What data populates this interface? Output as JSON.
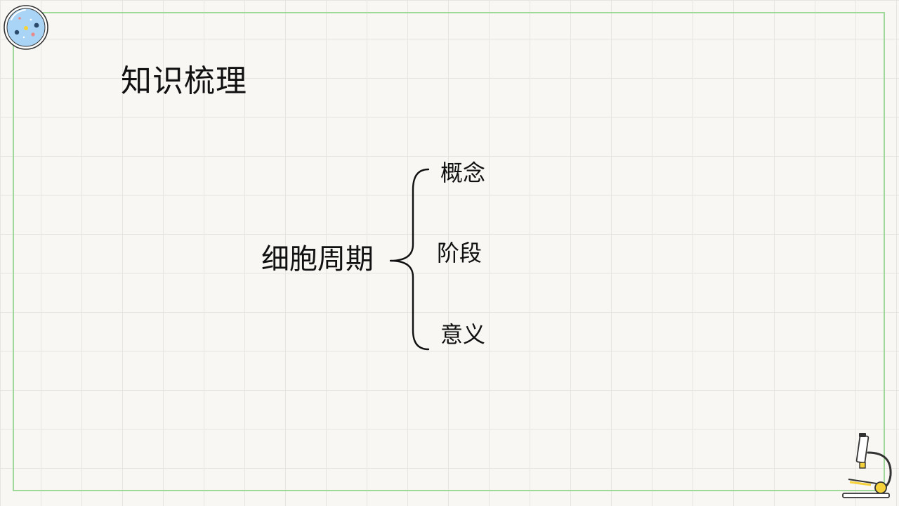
{
  "slide": {
    "title": "知识梳理"
  },
  "mindmap": {
    "root": "细胞周期",
    "children": [
      {
        "label": "概念"
      },
      {
        "label": "阶段"
      },
      {
        "label": "意义"
      }
    ]
  },
  "colors": {
    "background": "#f8f7f4",
    "grid": "#e6e5df",
    "frame": "#9fd99a",
    "text": "#111111",
    "petri_fill": "#a9d4f5",
    "accent_yellow": "#f5d23c"
  },
  "icons": {
    "top_left": "petri-dish-icon",
    "bottom_right": "microscope-icon"
  }
}
